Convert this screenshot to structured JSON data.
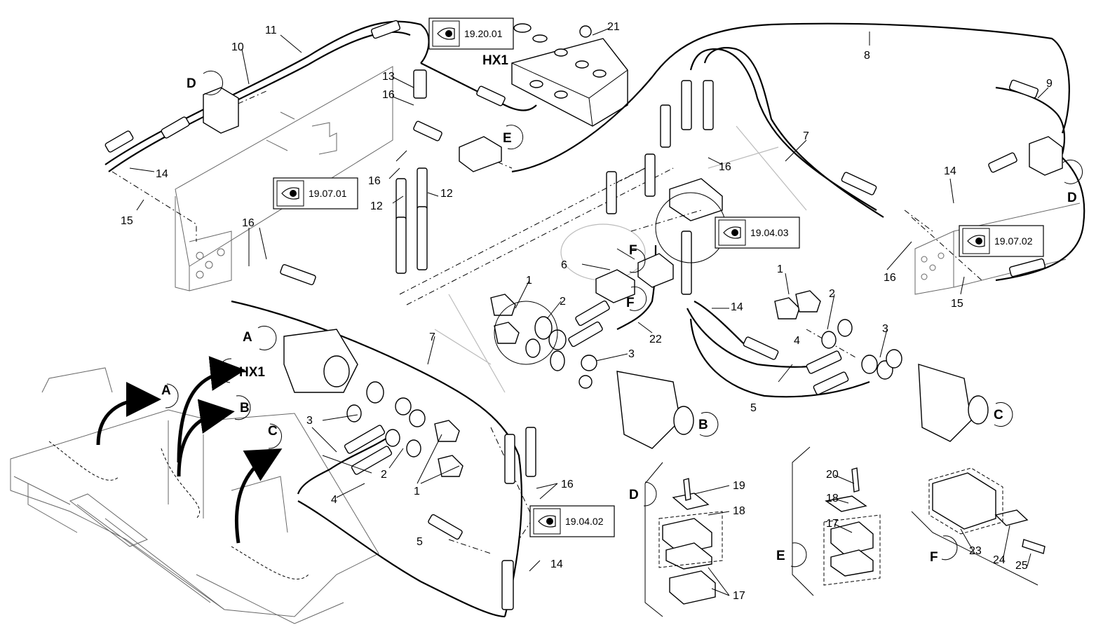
{
  "callouts": {
    "c1": "1",
    "c2": "2",
    "c3": "3",
    "c4": "4",
    "c5": "5",
    "c6": "6",
    "c7": "7",
    "c8": "8",
    "c9": "9",
    "c10": "10",
    "c11": "11",
    "c12": "12",
    "c13": "13",
    "c14": "14",
    "c15": "15",
    "c16": "16",
    "c17": "17",
    "c18": "18",
    "c19": "19",
    "c20": "20",
    "c21": "21",
    "c22": "22",
    "c23": "23",
    "c24": "24",
    "c25": "25"
  },
  "detail_letters": {
    "a": "A",
    "b": "B",
    "c": "C",
    "d": "D",
    "e": "E",
    "f": "F"
  },
  "hx1_label": "HX1",
  "references": {
    "r1": "19.20.01",
    "r2": "19.07.01",
    "r3": "19.04.03",
    "r4": "19.07.02",
    "r5": "19.04.02"
  },
  "icons": [
    "eye-icon",
    "arrow-icon",
    "detail-circle-icon"
  ]
}
